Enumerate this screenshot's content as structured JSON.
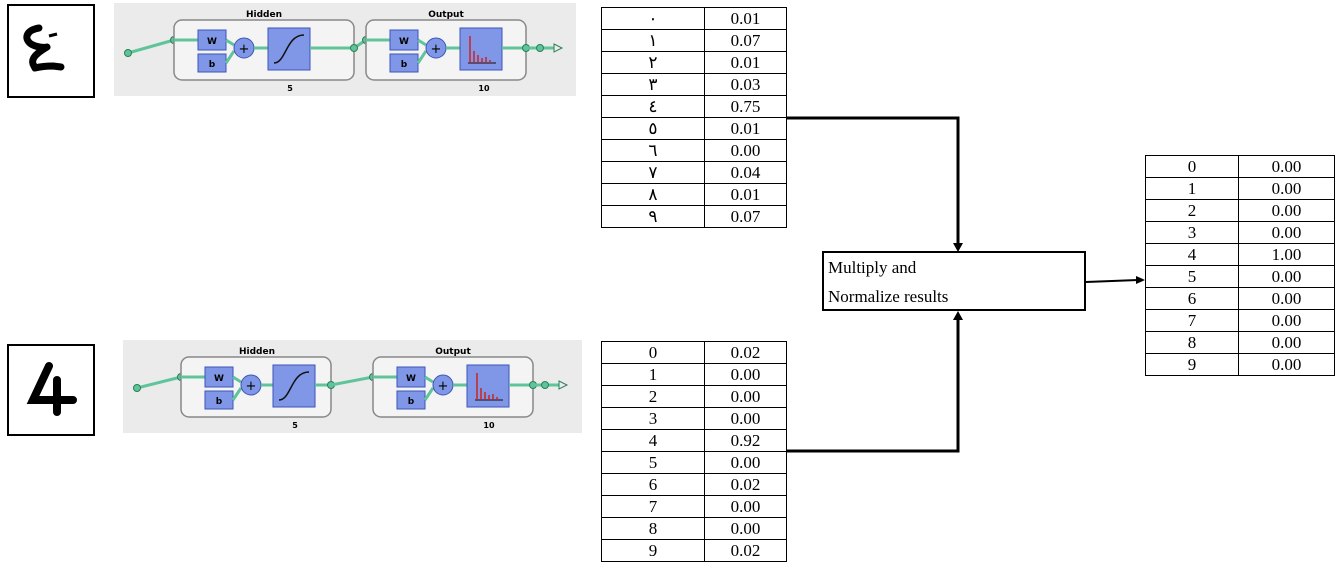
{
  "top_net": {
    "hidden_title": "Hidden",
    "output_title": "Output",
    "w_label": "W",
    "b_label": "b",
    "hidden_size": "5",
    "output_size": "10"
  },
  "bottom_net": {
    "hidden_title": "Hidden",
    "output_title": "Output",
    "w_label": "W",
    "b_label": "b",
    "hidden_size": "5",
    "output_size": "10"
  },
  "top_table": {
    "rows": [
      {
        "key": "٠",
        "value": "0.01"
      },
      {
        "key": "١",
        "value": "0.07"
      },
      {
        "key": "٢",
        "value": "0.01"
      },
      {
        "key": "٣",
        "value": "0.03"
      },
      {
        "key": "٤",
        "value": "0.75"
      },
      {
        "key": "٥",
        "value": "0.01"
      },
      {
        "key": "٦",
        "value": "0.00"
      },
      {
        "key": "٧",
        "value": "0.04"
      },
      {
        "key": "٨",
        "value": "0.01"
      },
      {
        "key": "٩",
        "value": "0.07"
      }
    ]
  },
  "bottom_table": {
    "rows": [
      {
        "key": "0",
        "value": "0.02"
      },
      {
        "key": "1",
        "value": "0.00"
      },
      {
        "key": "2",
        "value": "0.00"
      },
      {
        "key": "3",
        "value": "0.00"
      },
      {
        "key": "4",
        "value": "0.92"
      },
      {
        "key": "5",
        "value": "0.00"
      },
      {
        "key": "6",
        "value": "0.02"
      },
      {
        "key": "7",
        "value": "0.00"
      },
      {
        "key": "8",
        "value": "0.00"
      },
      {
        "key": "9",
        "value": "0.02"
      }
    ]
  },
  "result_table": {
    "rows": [
      {
        "key": "0",
        "value": "0.00"
      },
      {
        "key": "1",
        "value": "0.00"
      },
      {
        "key": "2",
        "value": "0.00"
      },
      {
        "key": "3",
        "value": "0.00"
      },
      {
        "key": "4",
        "value": "1.00"
      },
      {
        "key": "5",
        "value": "0.00"
      },
      {
        "key": "6",
        "value": "0.00"
      },
      {
        "key": "7",
        "value": "0.00"
      },
      {
        "key": "8",
        "value": "0.00"
      },
      {
        "key": "9",
        "value": "0.00"
      }
    ]
  },
  "operation": {
    "line1": "Multiply and",
    "line2": "Normalize results"
  },
  "colors": {
    "block_fill": "#7f97e6",
    "block_stroke": "#3c55b8",
    "wire": "#5fc49a",
    "panel": "#ebebeb",
    "layer_box": "#f4f4f4"
  },
  "icons": {
    "top_digit": "arabic-digit-four-image",
    "bottom_digit": "latin-digit-four-image"
  }
}
